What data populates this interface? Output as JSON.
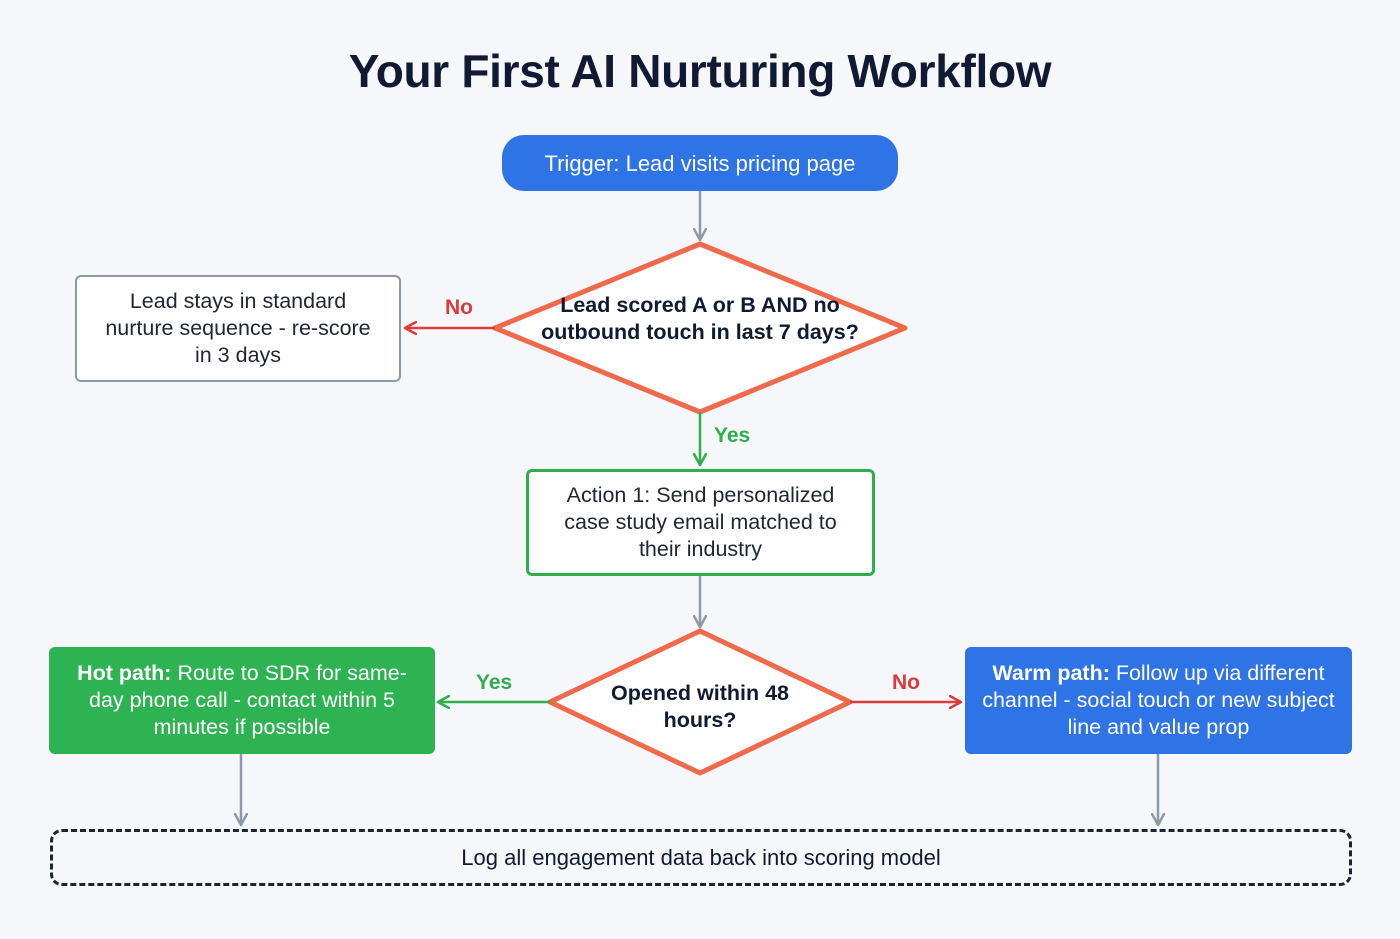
{
  "title": "Your First AI Nurturing Workflow",
  "trigger": {
    "label": "Trigger: Lead visits pricing page"
  },
  "decision1": {
    "text": "Lead scored A or B AND no outbound touch in last 7 days?"
  },
  "no_path_1": {
    "label": "No",
    "text": "Lead stays in standard nurture sequence - re-score in 3 days"
  },
  "yes_path_1": {
    "label": "Yes"
  },
  "action1": {
    "text": "Action 1: Send personalized case study email matched to their industry"
  },
  "decision2": {
    "text": "Opened within 48 hours?"
  },
  "hot_path": {
    "label": "Yes",
    "title": "Hot path:",
    "text": "Route to SDR for same-day phone call - contact within 5 minutes if possible"
  },
  "warm_path": {
    "label": "No",
    "title": "Warm path:",
    "text": "Follow up via different channel - social touch or new subject line and value prop"
  },
  "log": {
    "text": "Log all engagement data back into scoring model"
  },
  "colors": {
    "blue": "#2f74e6",
    "green": "#2db352",
    "red": "#dd3b3b",
    "diamond_stroke": "#ef6a4c",
    "gray_arrow": "#8e99a8",
    "title": "#111a33"
  }
}
